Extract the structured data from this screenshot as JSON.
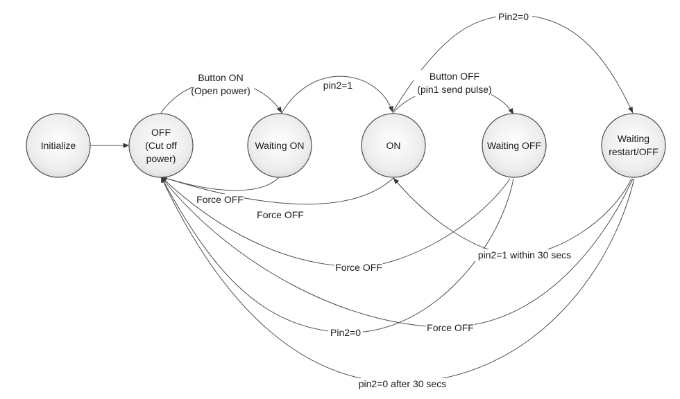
{
  "states": {
    "initialize": {
      "lines": [
        "Initialize"
      ]
    },
    "off": {
      "lines": [
        "OFF",
        "(Cut off",
        "power)"
      ]
    },
    "waiting_on": {
      "lines": [
        "Waiting ON"
      ]
    },
    "on": {
      "lines": [
        "ON"
      ]
    },
    "waiting_off": {
      "lines": [
        "Waiting OFF"
      ]
    },
    "waiting_restart": {
      "lines": [
        "Waiting",
        "restart/OFF"
      ]
    }
  },
  "transitions": {
    "button_on": {
      "lines": [
        "Button ON",
        "(Open power)"
      ]
    },
    "pin2_1": {
      "lines": [
        "pin2=1"
      ]
    },
    "button_off": {
      "lines": [
        "Button OFF",
        "(pin1 send pulse)"
      ]
    },
    "pin2_0_top": {
      "lines": [
        "Pin2=0"
      ]
    },
    "force_off_waiting_on": {
      "lines": [
        "Force OFF"
      ]
    },
    "force_off_on": {
      "lines": [
        "Force OFF"
      ]
    },
    "force_off_waiting_off": {
      "lines": [
        "Force OFF"
      ]
    },
    "pin2_1_within": {
      "lines": [
        "pin2=1 within 30 secs"
      ]
    },
    "pin2_0_waiting_off": {
      "lines": [
        "Pin2=0"
      ]
    },
    "force_off_restart": {
      "lines": [
        "Force OFF"
      ]
    },
    "pin2_0_after": {
      "lines": [
        "pin2=0  after 30 secs"
      ]
    }
  }
}
